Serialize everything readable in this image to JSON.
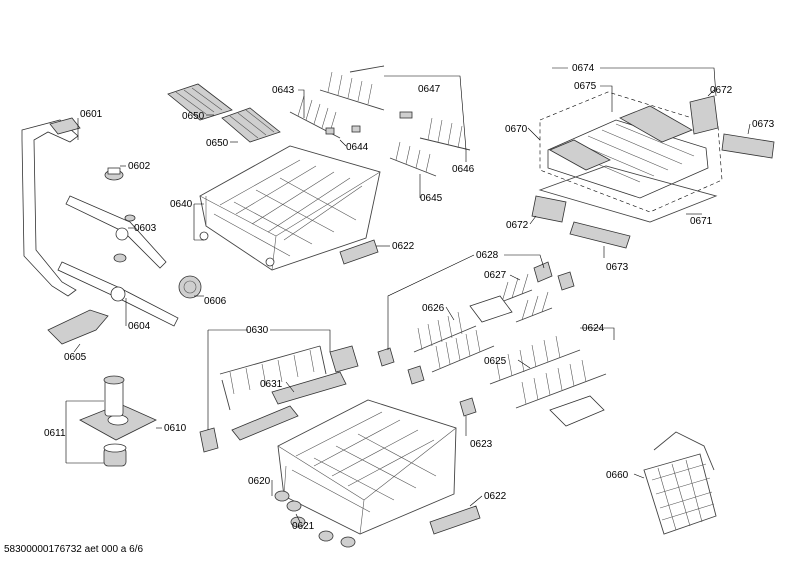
{
  "labels": {
    "p0601": "0601",
    "p0602": "0602",
    "p0603": "0603",
    "p0604": "0604",
    "p0605": "0605",
    "p0606": "0606",
    "p0610": "0610",
    "p0611": "0611",
    "p0620": "0620",
    "p0621": "0621",
    "p0622a": "0622",
    "p0622b": "0622",
    "p0623": "0623",
    "p0624": "0624",
    "p0625": "0625",
    "p0626": "0626",
    "p0627": "0627",
    "p0628": "0628",
    "p0630": "0630",
    "p0631": "0631",
    "p0640": "0640",
    "p0643": "0643",
    "p0644": "0644",
    "p0645": "0645",
    "p0646": "0646",
    "p0647": "0647",
    "p0650a": "0650",
    "p0650b": "0650",
    "p0660": "0660",
    "p0670": "0670",
    "p0671": "0671",
    "p0672a": "0672",
    "p0672b": "0672",
    "p0673a": "0673",
    "p0673b": "0673",
    "p0674": "0674",
    "p0675": "0675"
  },
  "footer": "58300000176732 aet 000 a 6/6"
}
